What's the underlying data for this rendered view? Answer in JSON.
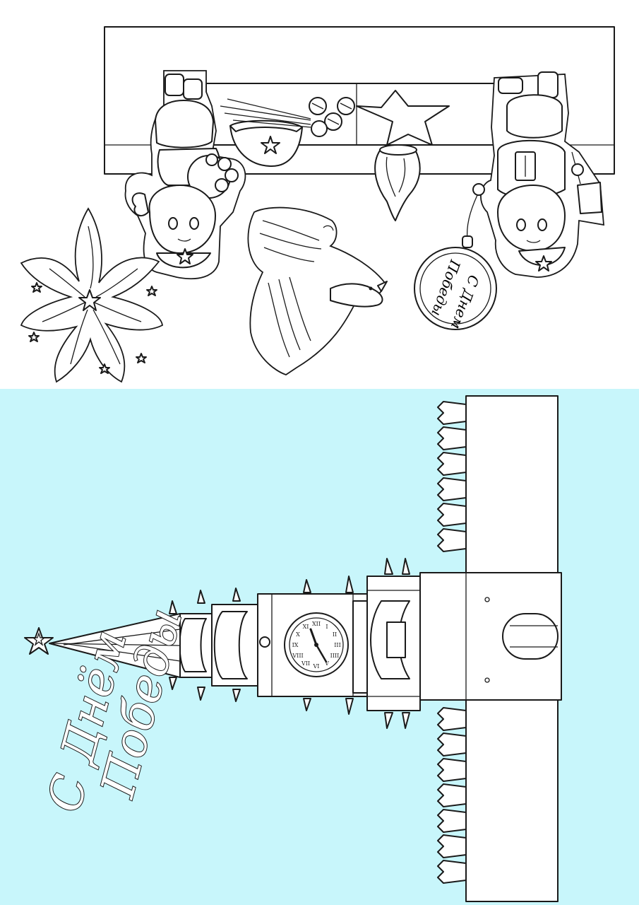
{
  "greeting": {
    "line1": "С Днём",
    "line2": "Победы"
  },
  "medallion": {
    "line1": "С Днем",
    "line2": "Победы"
  },
  "clock": {
    "numerals": [
      "XII",
      "I",
      "II",
      "III",
      "IIII",
      "V",
      "VI",
      "VII",
      "VIII",
      "IX",
      "X",
      "XI"
    ]
  },
  "colors": {
    "sky": "#c8f6fb",
    "paper": "#ffffff",
    "ink": "#1a1a1a"
  }
}
